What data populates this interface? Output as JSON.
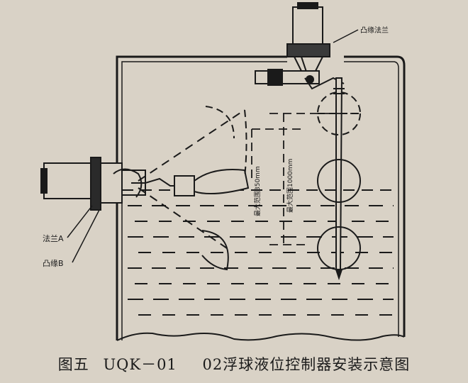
{
  "caption": {
    "prefix": "图五",
    "model": "UQK－01",
    "title": "02浮球液位控制器安装示意图"
  },
  "labels": {
    "top_flange": "凸缘法兰",
    "flange_a": "法兰A",
    "boss_b": "凸缘B",
    "range_side": "最大范围350mm",
    "range_top": "最大范围1000mm"
  },
  "colors": {
    "ink": "#1a1a1a",
    "paper": "#d9d2c6"
  }
}
